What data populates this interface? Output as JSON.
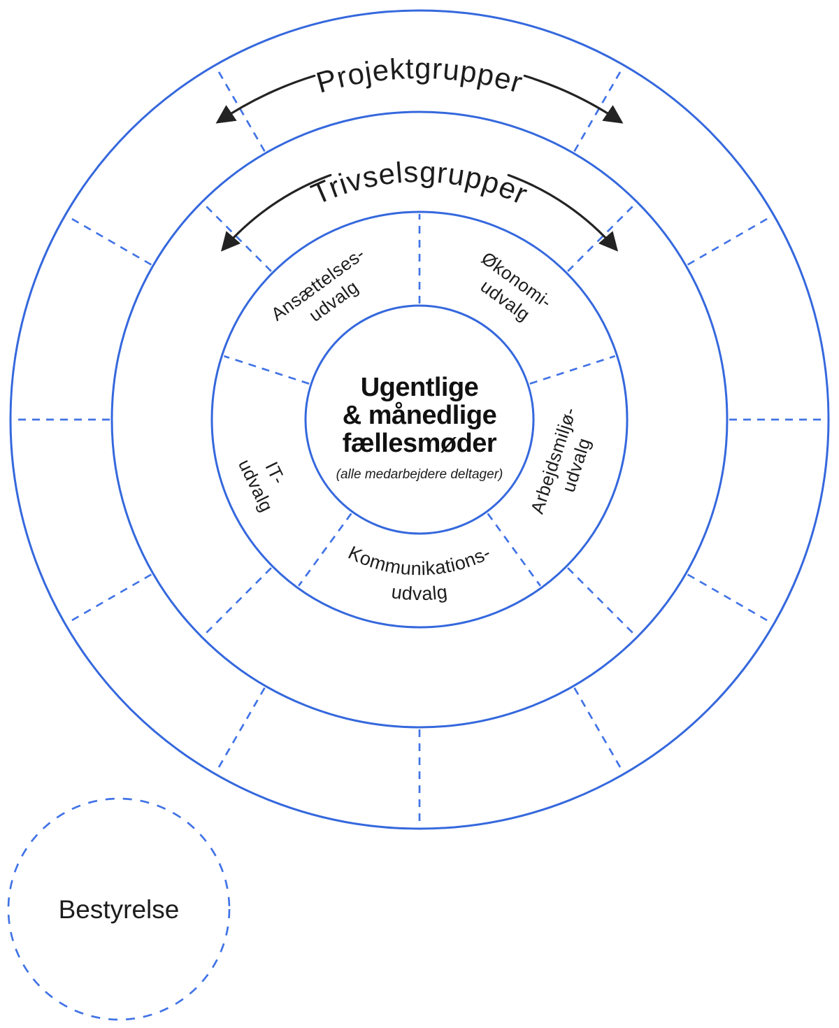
{
  "diagram": {
    "colors": {
      "line_blue": "#3568dd",
      "dash_blue": "#4173e6",
      "text_black": "#1c1c1c",
      "arrow_black": "#232323",
      "background": "#ffffff"
    },
    "rings": {
      "outer_label": "Projektgrupper",
      "middle_label": "Trivselsgrupper"
    },
    "committees": {
      "ansaettelses": {
        "line1": "Ansættelses-",
        "line2": "udvalg"
      },
      "okonomi": {
        "line1": "Økonomi-",
        "line2": "udvalg"
      },
      "arbejdsmiljo": {
        "line1": "Arbejdsmiljø-",
        "line2": "udvalg"
      },
      "it": {
        "line1": "IT-",
        "line2": "udvalg"
      },
      "kommunikations": {
        "line1": "Kommunikations-",
        "line2": "udvalg"
      }
    },
    "center": {
      "title_line1": "Ugentlige",
      "title_line2": "& månedlige",
      "title_line3": "fællesmøder",
      "subtitle": "(alle medarbejdere deltager)"
    },
    "board_label": "Bestyrelse"
  }
}
